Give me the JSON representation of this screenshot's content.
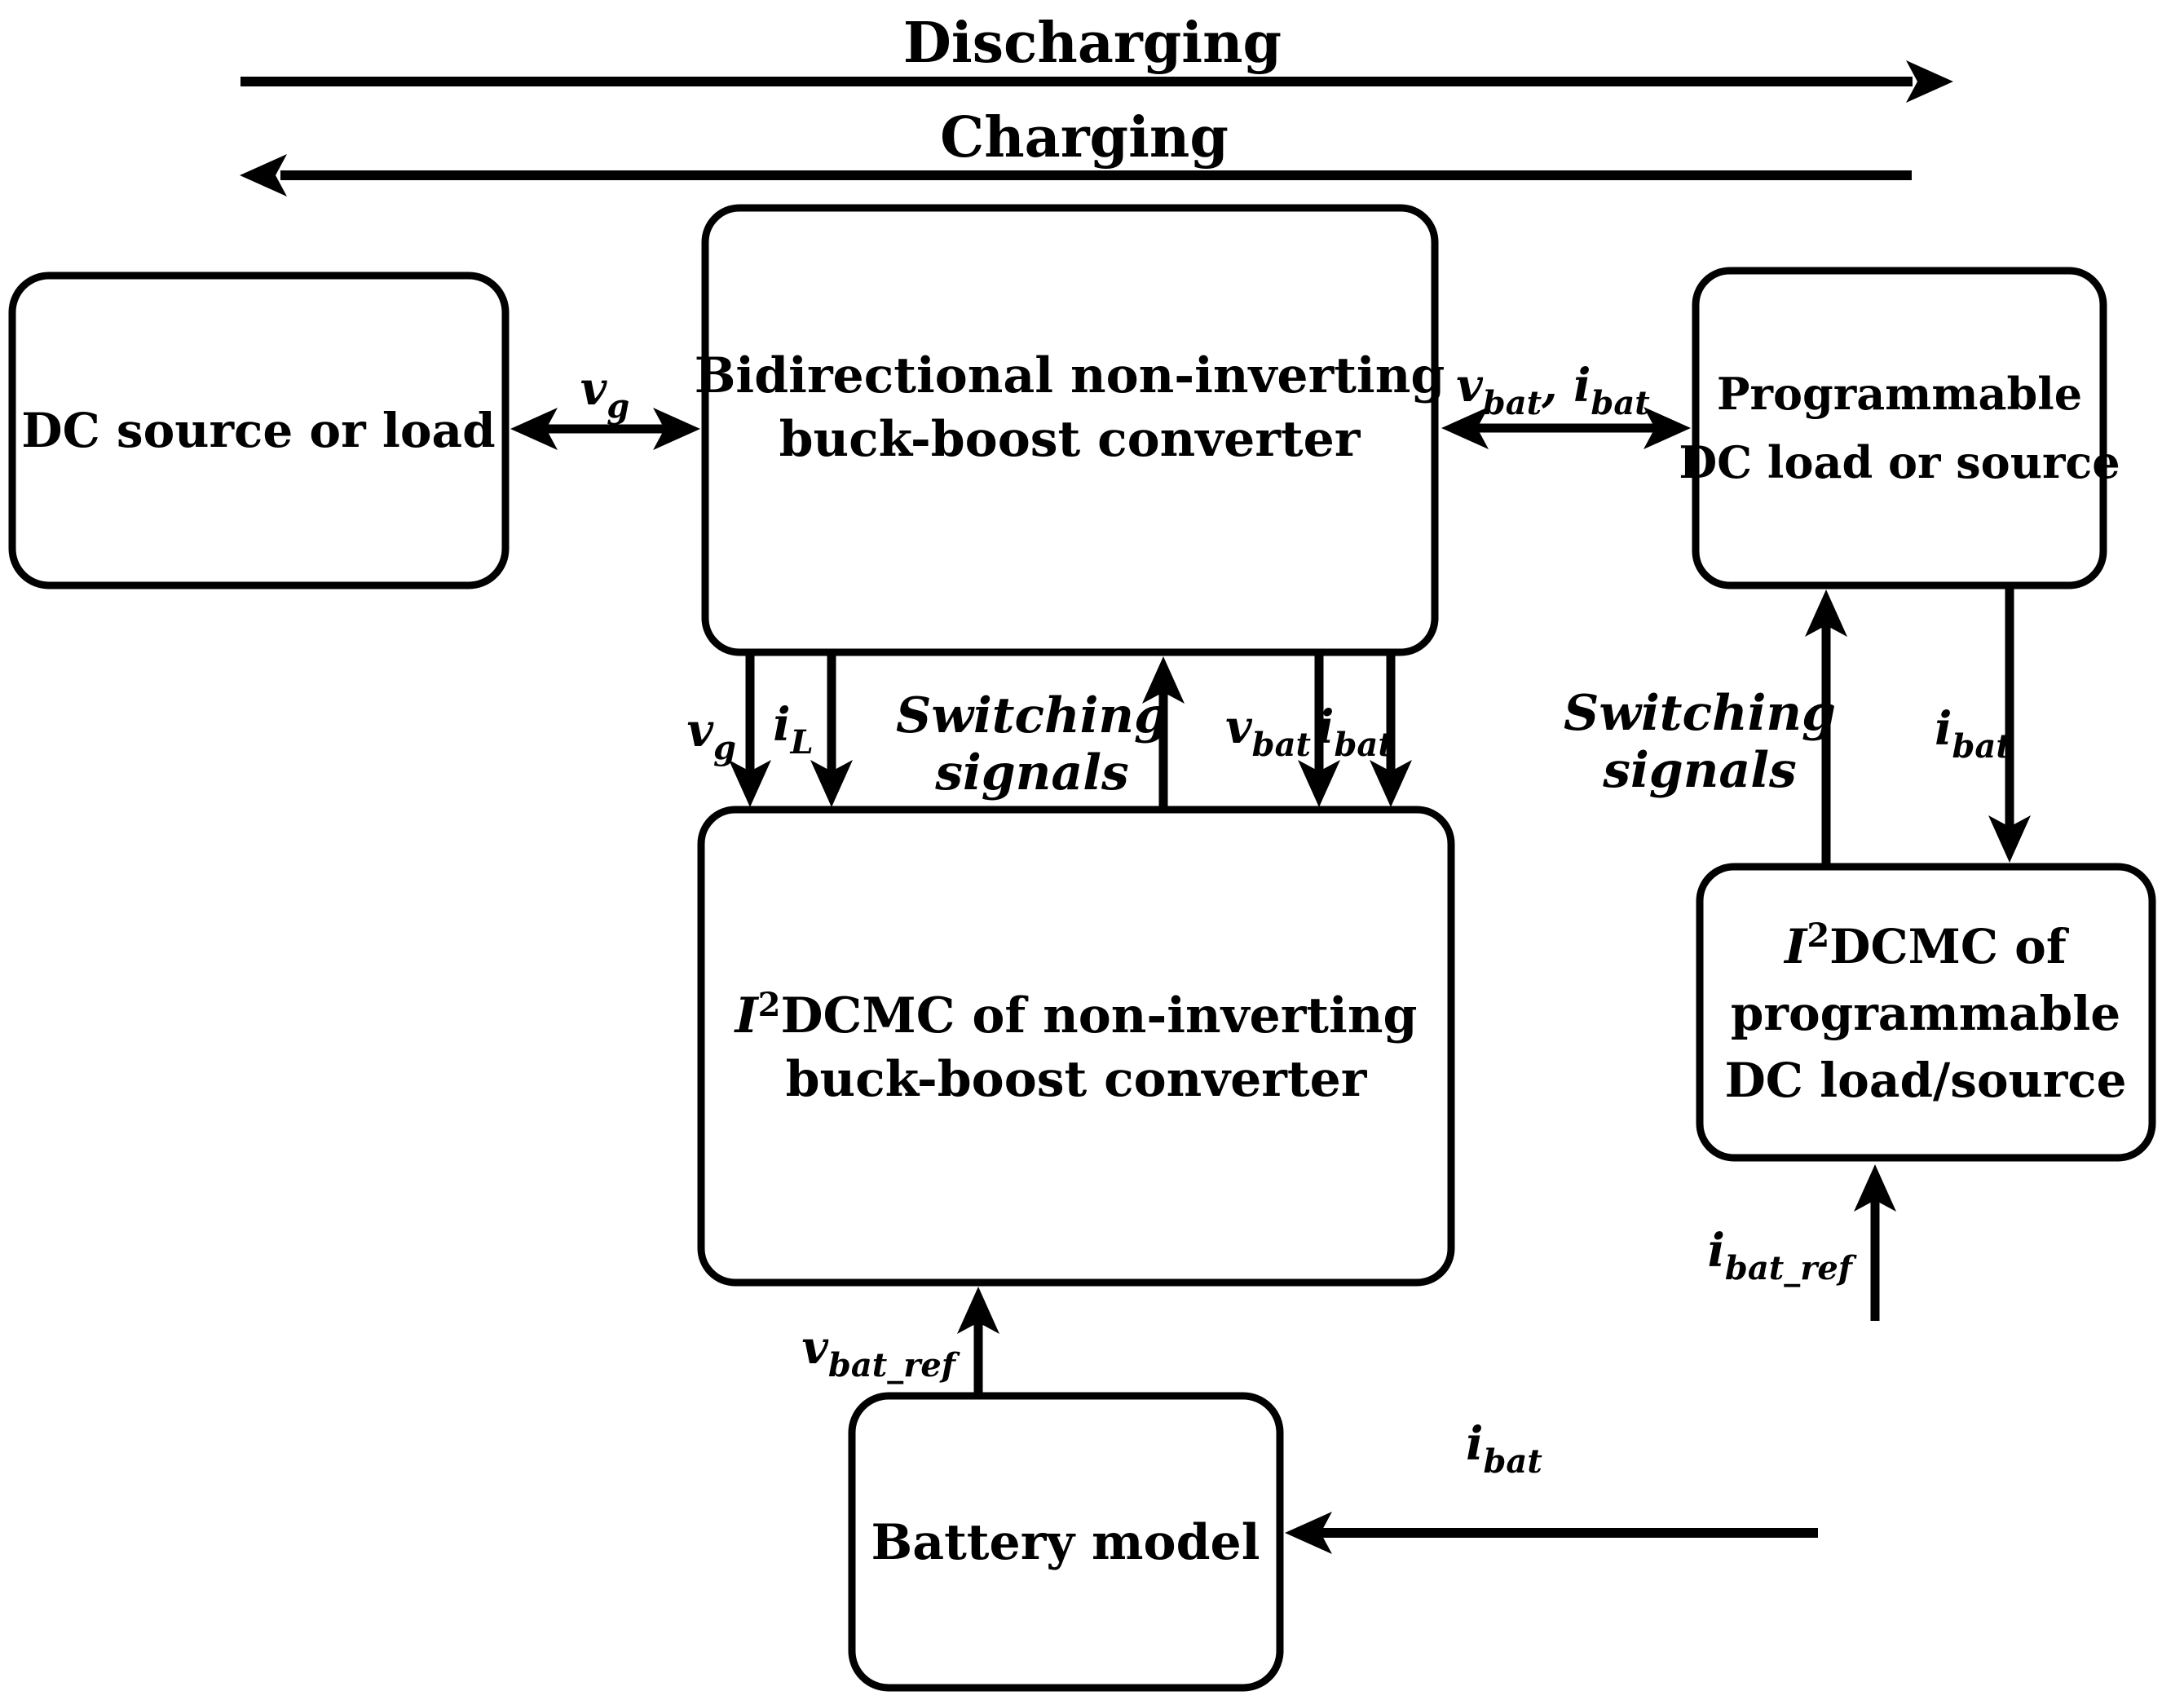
{
  "page": {
    "background": "#ffffff",
    "ink": "#000000"
  },
  "flow_arrows": {
    "discharging": "Discharging",
    "charging": "Charging"
  },
  "boxes": {
    "dc_source": {
      "label": "DC source or load"
    },
    "converter": {
      "line1": "Bidirectional non-inverting",
      "line2": "buck-boost converter"
    },
    "programmable": {
      "line1": "Programmable",
      "line2": "DC load or source"
    },
    "i2dcmc_center": {
      "i": "I",
      "sup": "2",
      "rest": "DCMC of non-inverting",
      "line2": "buck-boost converter"
    },
    "i2dcmc_right": {
      "i": "I",
      "sup": "2",
      "rest": "DCMC of",
      "line2": "programmable",
      "line3": "DC load/source"
    },
    "battery": {
      "label": "Battery model"
    }
  },
  "signals": {
    "vg_bus": {
      "main": "v",
      "sub": "g"
    },
    "vbat_ibat_bus": {
      "m1": "v",
      "s1": "bat",
      "sep": ", ",
      "m2": "i",
      "s2": "bat"
    },
    "vg_meas": {
      "main": "v",
      "sub": "g"
    },
    "il_meas": {
      "main": "i",
      "sub": "L"
    },
    "switching_left": {
      "line1": "Switching",
      "line2": "signals"
    },
    "vbat_meas": {
      "main": "v",
      "sub": "bat"
    },
    "ibat_meas": {
      "main": "i",
      "sub": "bat"
    },
    "switching_right": {
      "line1": "Switching",
      "line2": "signals"
    },
    "ibat_meas_right": {
      "main": "i",
      "sub": "bat"
    },
    "vbat_ref": {
      "main": "v",
      "sub": "bat_ref"
    },
    "ibat_ref": {
      "main": "i",
      "sub": "bat_ref"
    },
    "ibat_battery": {
      "main": "i",
      "sub": "bat"
    }
  }
}
